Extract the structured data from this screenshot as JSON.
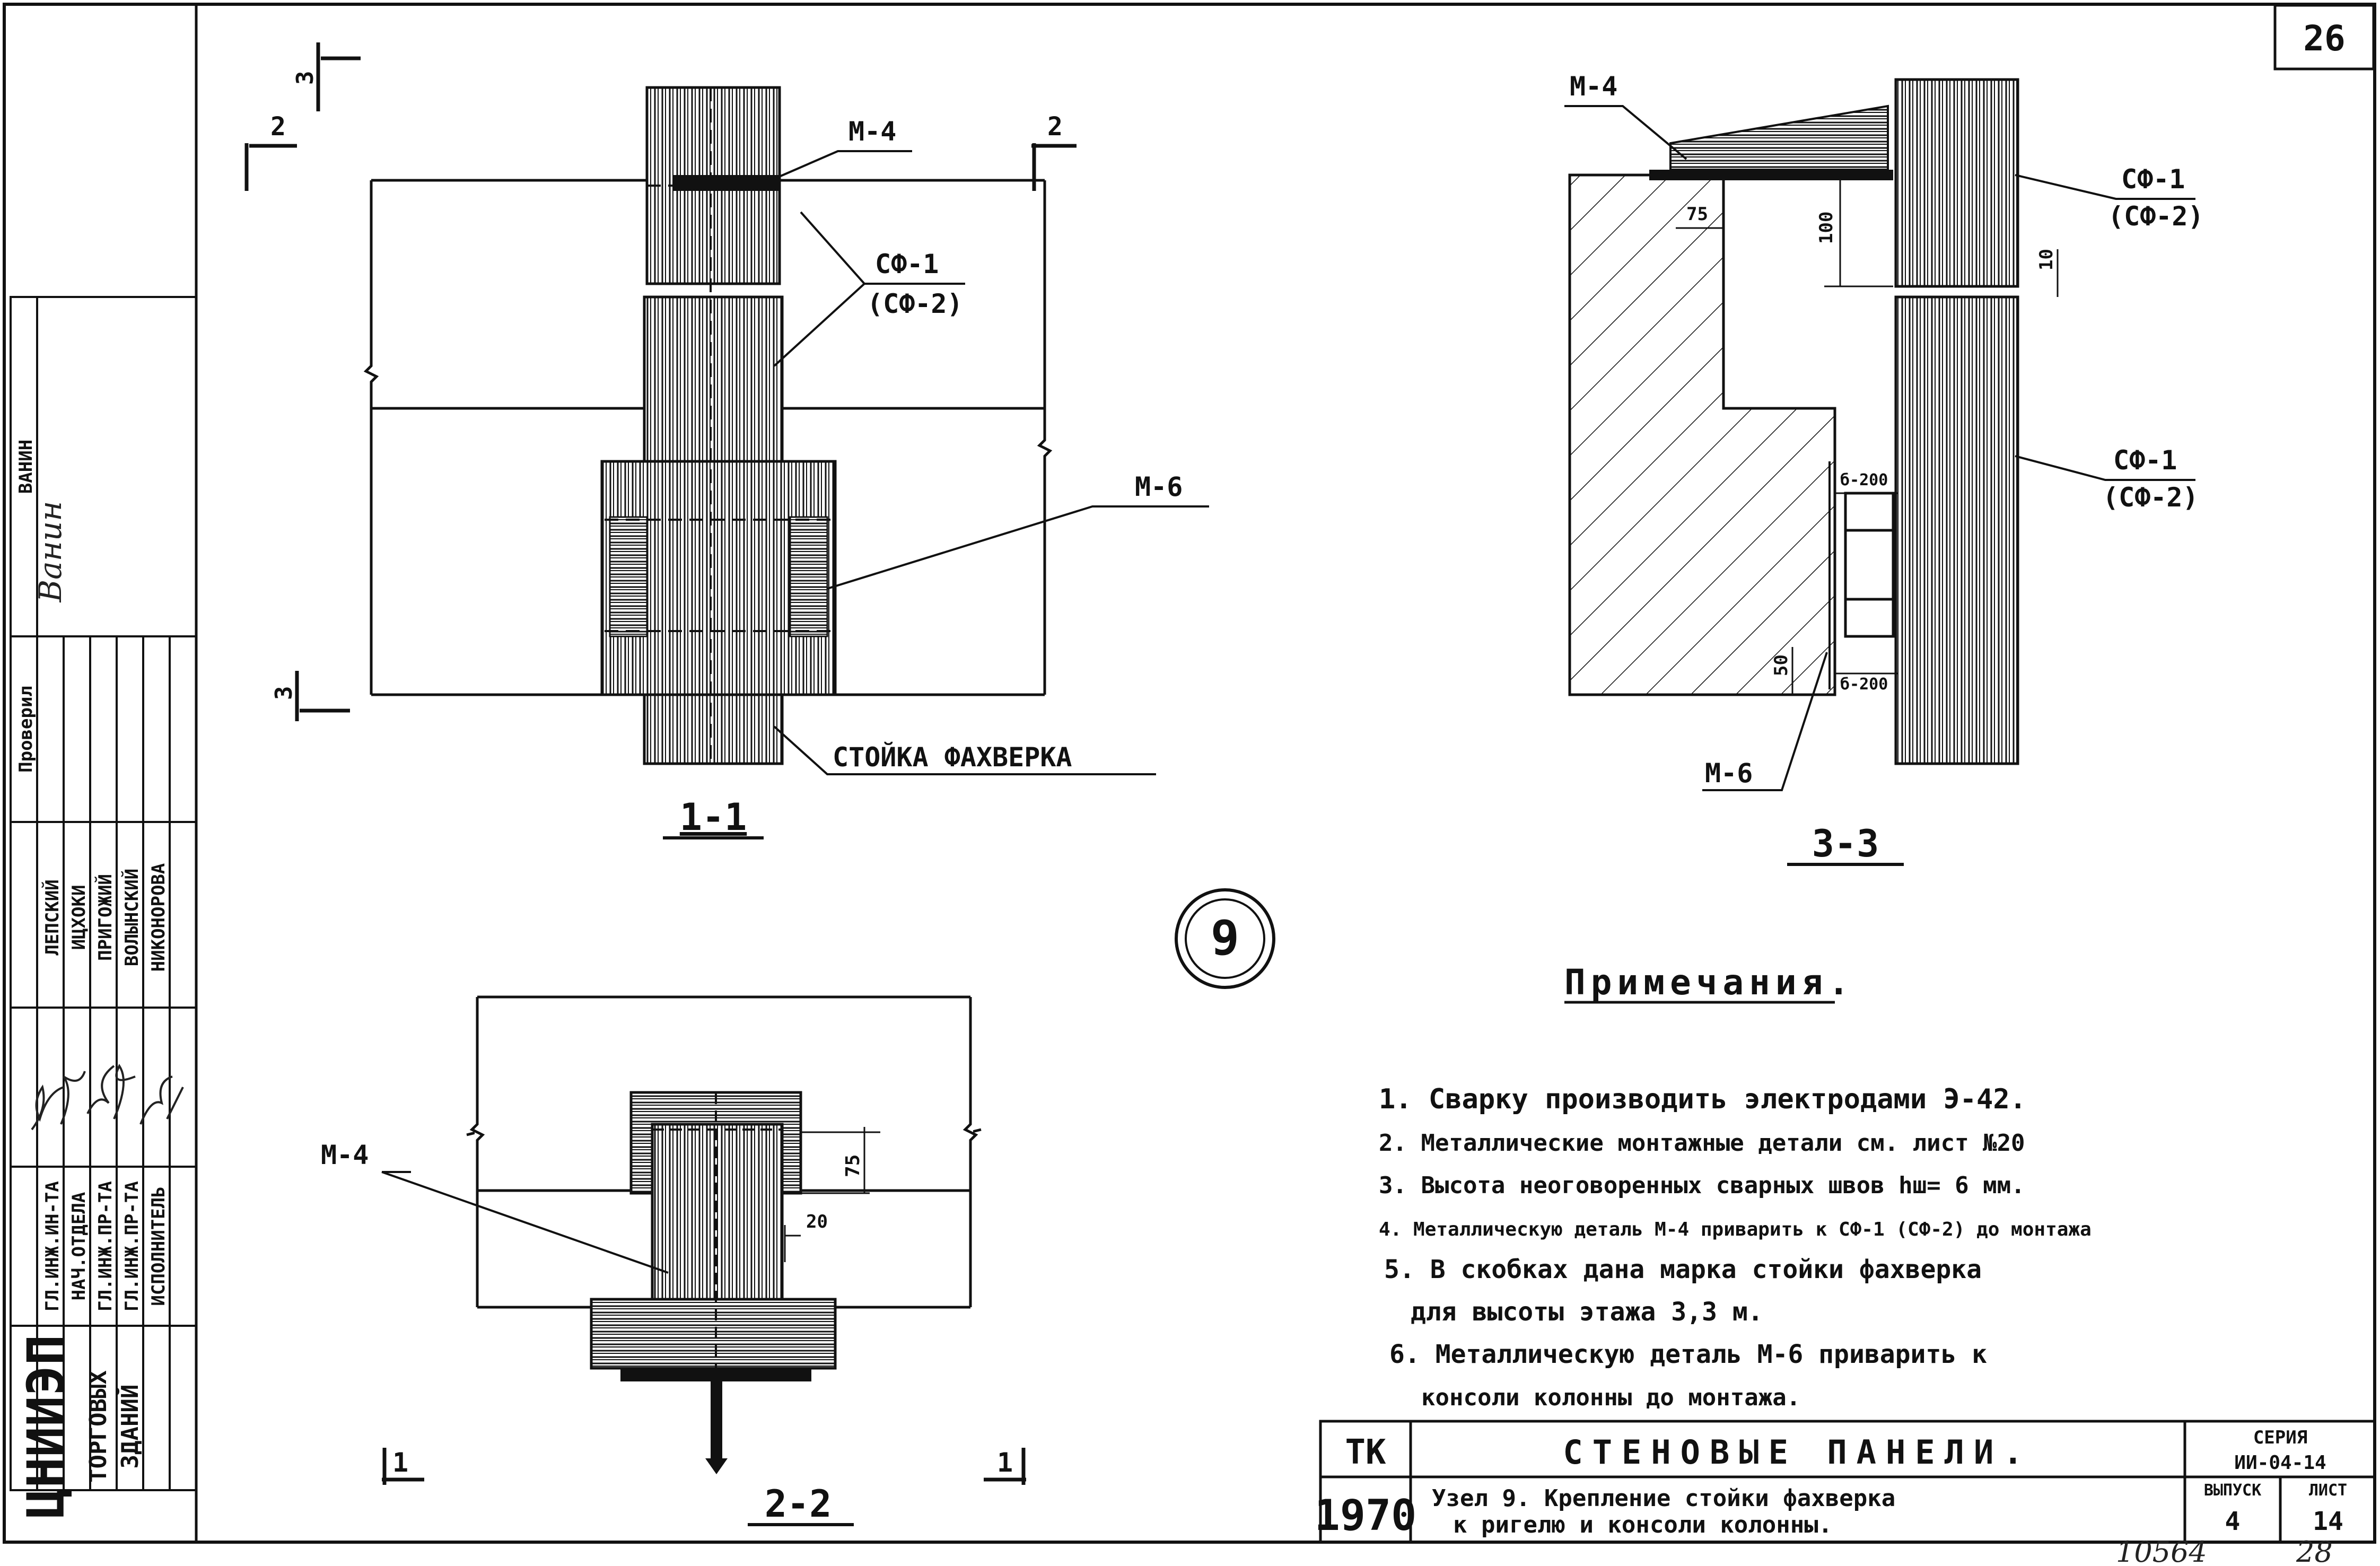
{
  "sheet_number": "26",
  "page_number_handwritten": "28",
  "archive_number": "10564",
  "node_number": "9",
  "labels": {
    "m4": "М-4",
    "m6": "М-6",
    "sf": "СФ-1",
    "sf2": "(СФ-2)",
    "post": "СТОЙКА ФАХВЕРКА",
    "cut2": "2",
    "cut3": "3",
    "cut1": "1"
  },
  "sections": {
    "s11": "1-1",
    "s22": "2-2",
    "s33": "3-3"
  },
  "dims": {
    "d75": "75",
    "d100": "100",
    "d10": "10",
    "d50": "50",
    "d20": "20",
    "d6_200a": "б-200",
    "d6_200b": "б-200"
  },
  "notes": {
    "title": "Примечания.",
    "items": [
      "1. Сварку производить электродами Э-42.",
      "2. Металлические монтажные детали см. лист №20",
      "3. Высота неоговоренных сварных швов hш= 6 мм.",
      "4. Металлическую деталь М-4 приварить к СФ-1 (СФ-2) до монтажа",
      "5. В скобках дана марка стойки фахверка",
      "для высоты этажа 3,3 м.",
      "6. Металлическую деталь М-6 приварить к",
      "консоли колонны до монтажа."
    ]
  },
  "title_block": {
    "code": "ТК",
    "year": "1970",
    "title": "СТЕНОВЫЕ ПАНЕЛИ.",
    "subtitle1": "Узел 9. Крепление стойки фахверка",
    "subtitle2": "к ригелю и консоли колонны.",
    "series_label": "СЕРИЯ",
    "series_value": "ИИ-04-14",
    "issue_label": "ВЫПУСК",
    "issue_value": "4",
    "sheet_label": "ЛИСТ",
    "sheet_value": "14"
  },
  "side_stamp": {
    "org1": "ЦНИИЭП",
    "org2": "ТОРГОВЫХ",
    "org3": "ЗДАНИЙ",
    "roles": [
      "ГЛ.ИНЖ.ИН-ТА",
      "НАЧ.ОТДЕЛА",
      "ГЛ.ИНЖ.ПР-ТА",
      "ГЛ.ИНЖ.ПР-ТА",
      "ИСПОЛНИТЕЛЬ"
    ],
    "names": [
      "ЛЕПСКИЙ",
      "ИЦХОКИ",
      "ПРИГОЖИЙ",
      "ВОЛЫНСКИЙ",
      "НИКОНОРОВА"
    ],
    "checked_label": "Проверил",
    "checked_name": "ВАНИН"
  }
}
